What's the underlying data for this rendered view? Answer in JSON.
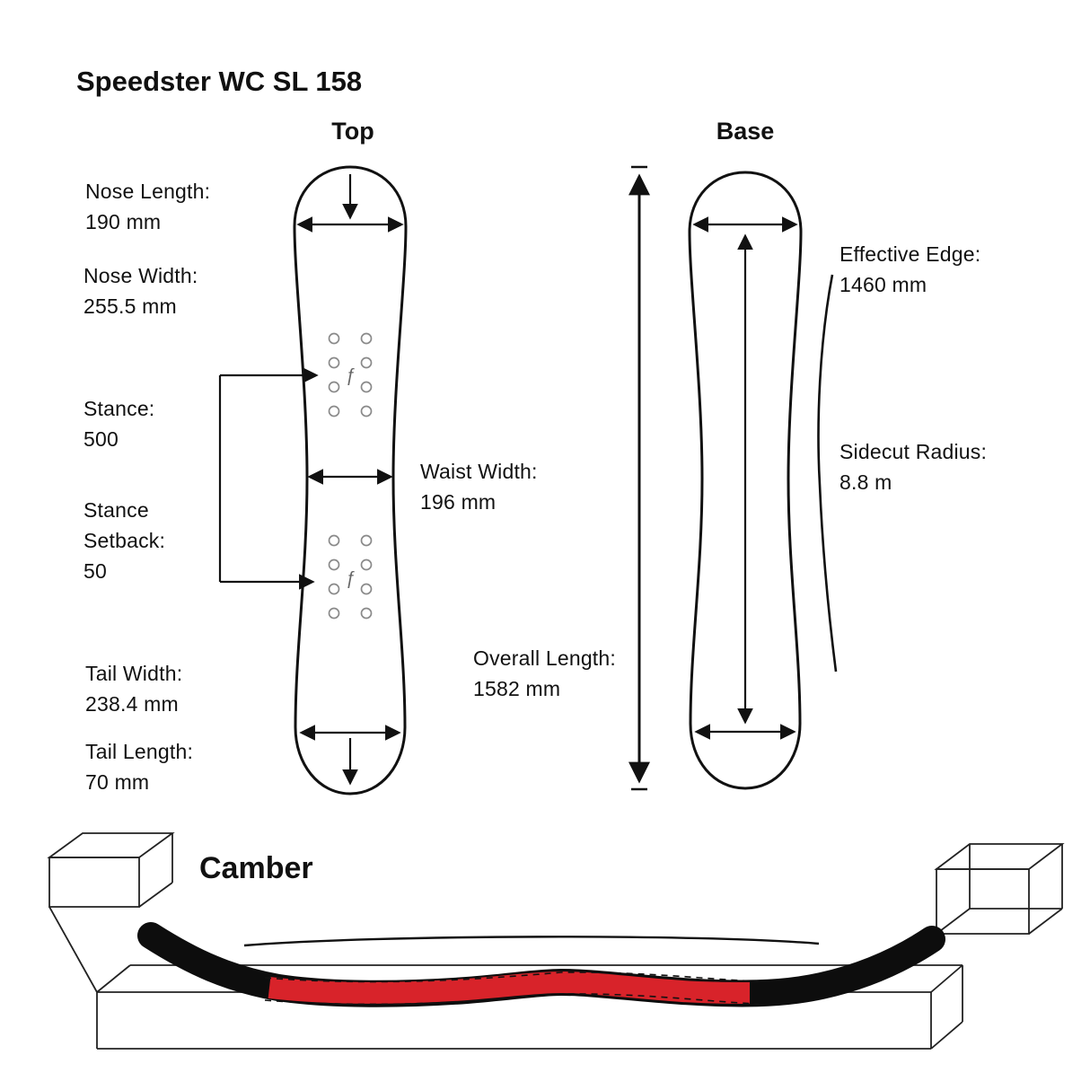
{
  "title": "Speedster WC SL 158",
  "views": {
    "top": "Top",
    "base": "Base"
  },
  "specs": {
    "nose_length": {
      "label": "Nose Length:",
      "value": "190 mm"
    },
    "nose_width": {
      "label": "Nose Width:",
      "value": "255.5 mm"
    },
    "stance": {
      "label": "Stance:",
      "value": "500"
    },
    "stance_setback": {
      "label": "Stance Setback:",
      "value": "50"
    },
    "waist_width": {
      "label": "Waist Width:",
      "value": "196 mm"
    },
    "tail_width": {
      "label": "Tail Width:",
      "value": "238.4 mm"
    },
    "tail_length": {
      "label": "Tail Length:",
      "value": "70 mm"
    },
    "effective_edge": {
      "label": "Effective Edge:",
      "value": "1460 mm"
    },
    "sidecut_radius": {
      "label": "Sidecut Radius:",
      "value": "8.8 m"
    },
    "overall_length": {
      "label": "Overall Length:",
      "value": "1582 mm"
    }
  },
  "camber": {
    "label": "Camber"
  },
  "icons": {
    "brand_mark": "ƒ"
  },
  "colors": {
    "board_red": "#d8232a",
    "board_black": "#0d0d0d",
    "line": "#111111",
    "insert_ring": "#8a8a8a"
  }
}
